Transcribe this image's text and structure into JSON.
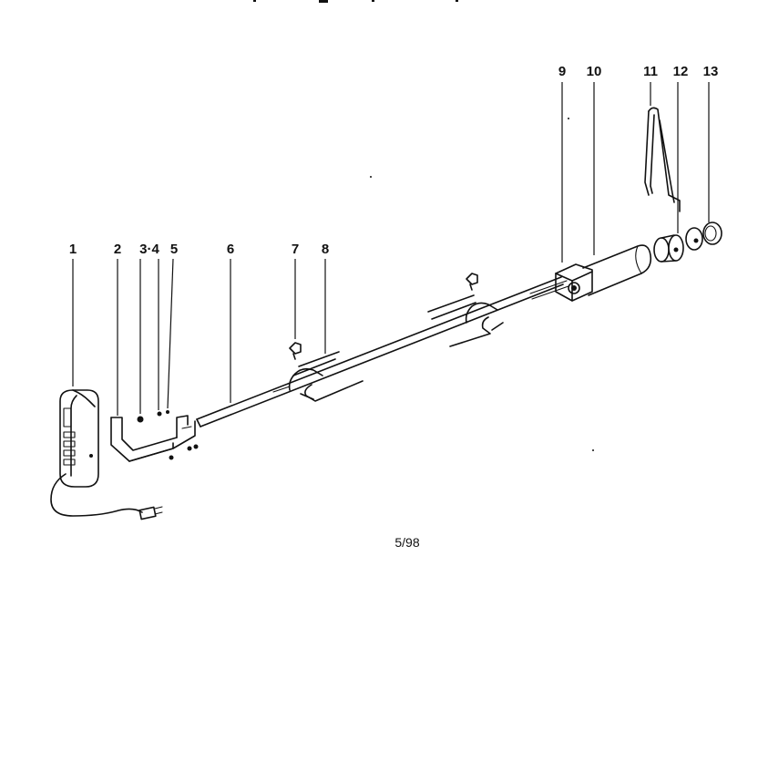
{
  "callouts": {
    "c1": "1",
    "c2": "2",
    "c3_4": "3·4",
    "c5": "5",
    "c6": "6",
    "c7": "7",
    "c8": "8",
    "c9": "9",
    "c10": "10",
    "c11": "11",
    "c12": "12",
    "c13": "13"
  },
  "footer": {
    "date_code": "5/98"
  }
}
